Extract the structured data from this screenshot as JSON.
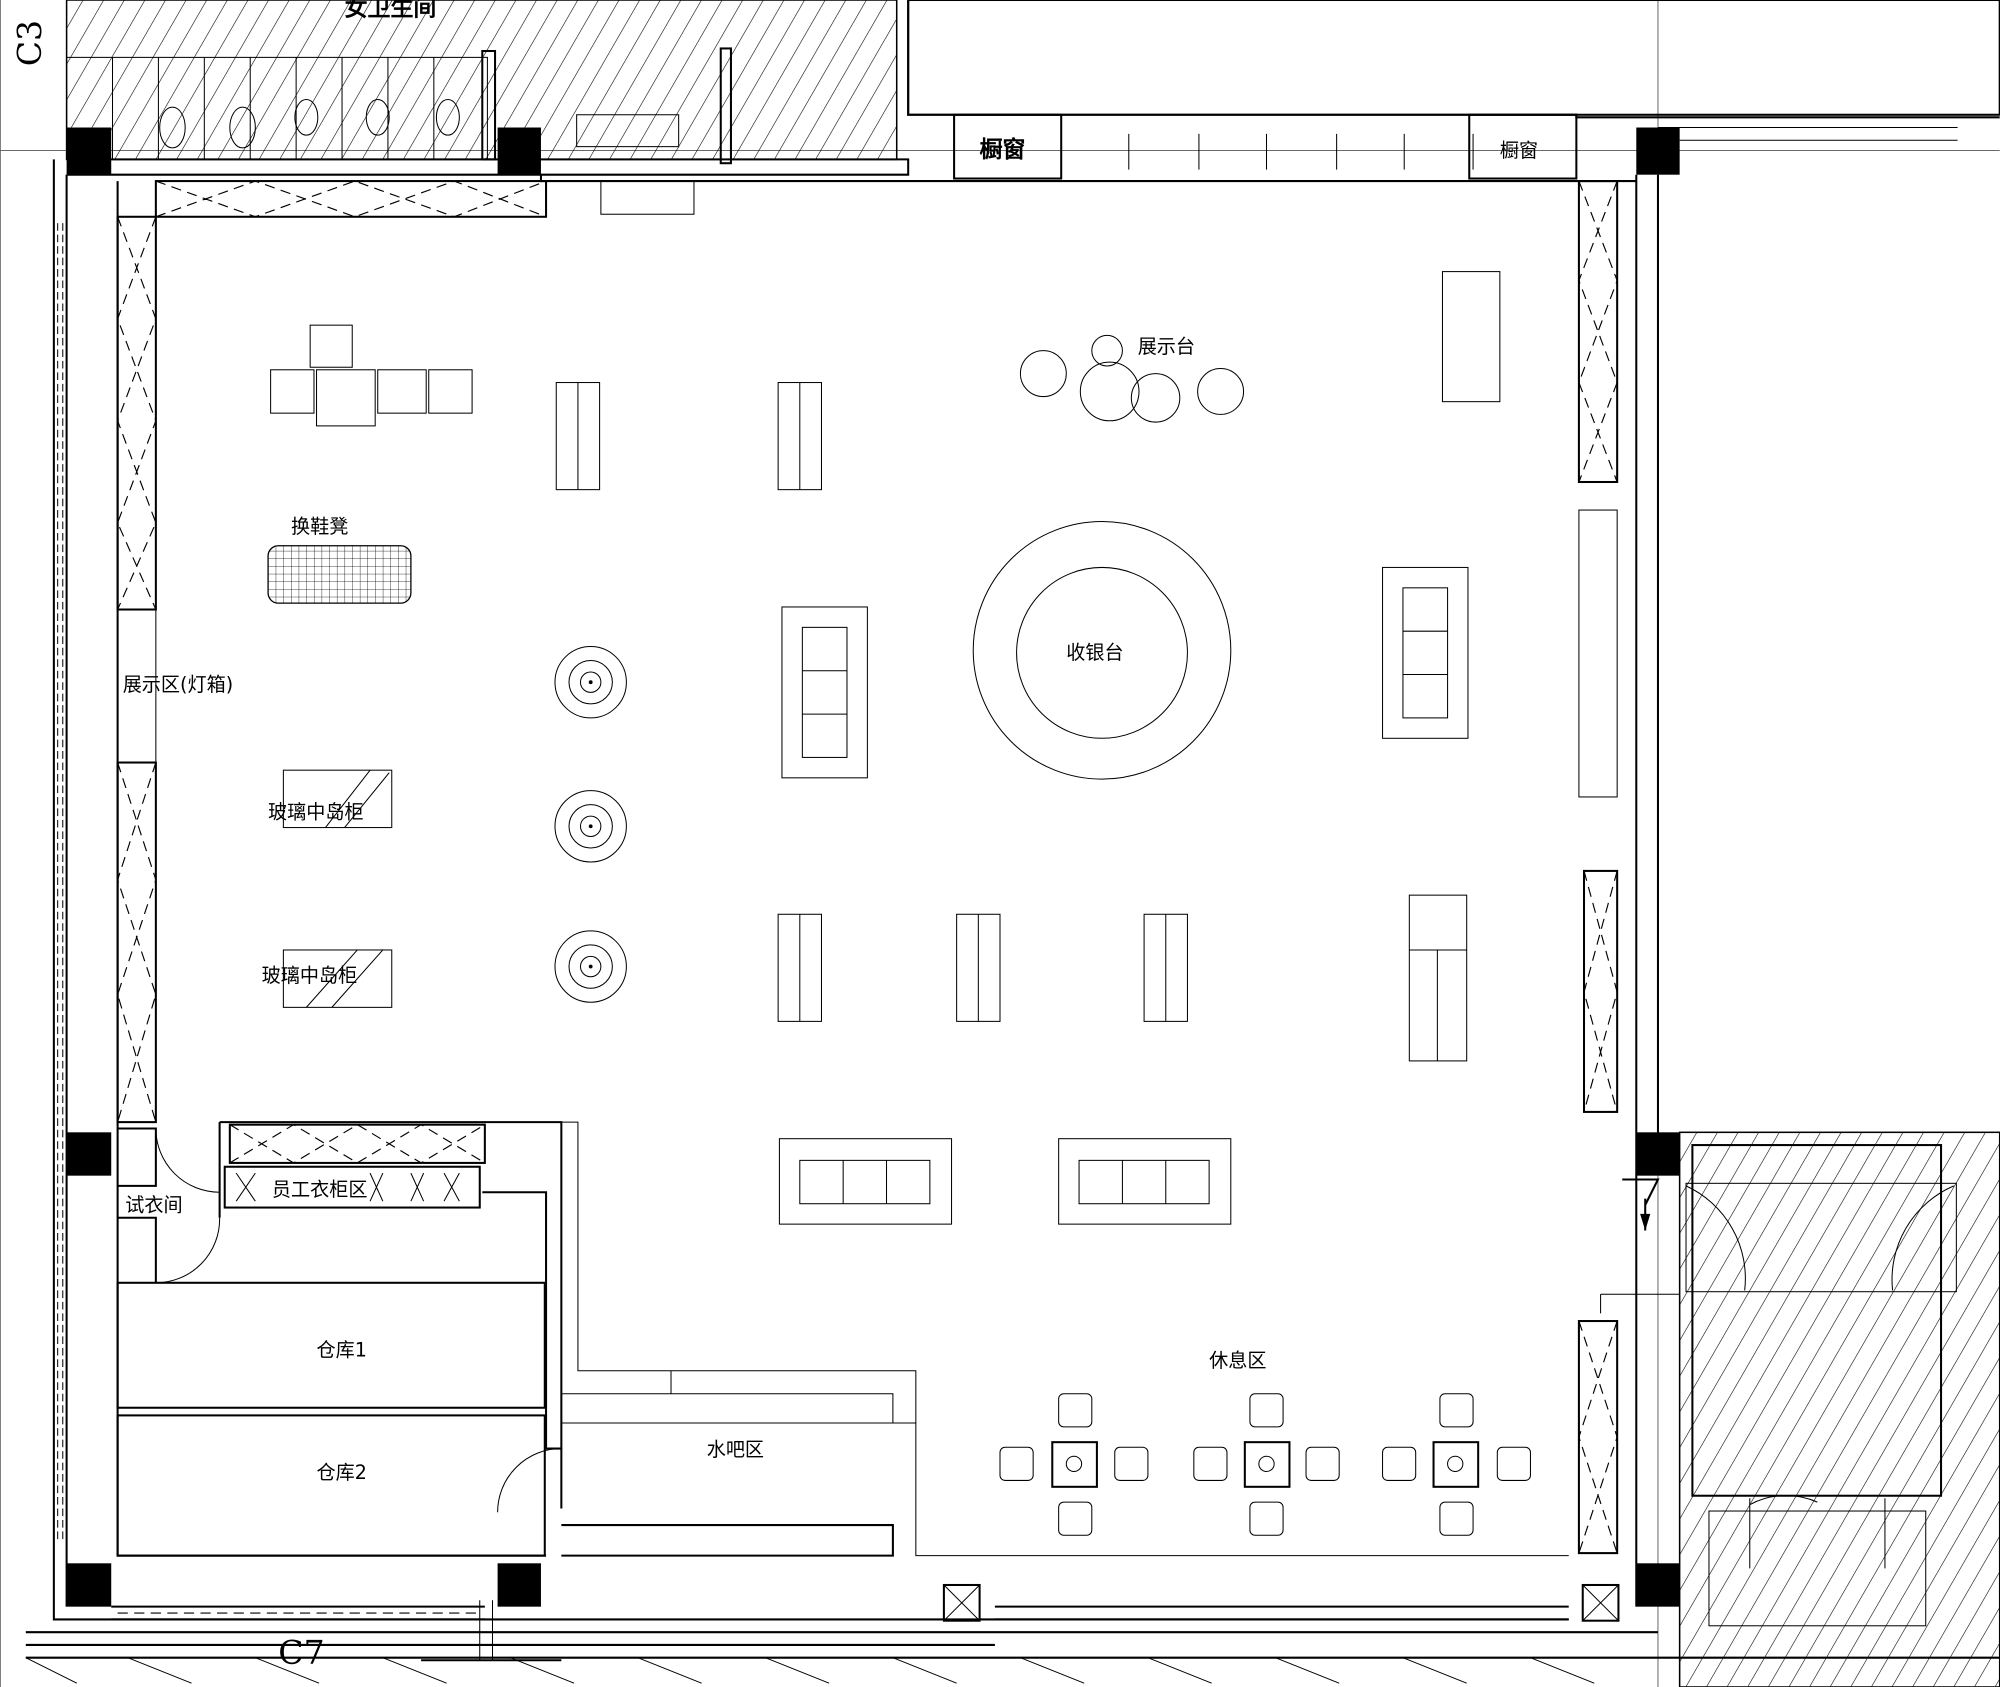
{
  "plan": {
    "grid_labels": {
      "top_left": "C3",
      "bottom": "C7"
    },
    "rooms": {
      "toilet": "女卫生间",
      "window_left": "橱窗",
      "window_right": "橱窗",
      "display_stand": "展示台",
      "shoe_bench": "换鞋凳",
      "cashier": "收银台",
      "display_area": "展示区(灯箱)",
      "glass_island_1": "玻璃中岛柜",
      "glass_island_2": "玻璃中岛柜",
      "fitting_room": "试衣间",
      "staff_locker": "员工衣柜区",
      "storage_1": "仓库1",
      "storage_2": "仓库2",
      "water_bar": "水吧区",
      "lounge": "休息区"
    }
  }
}
